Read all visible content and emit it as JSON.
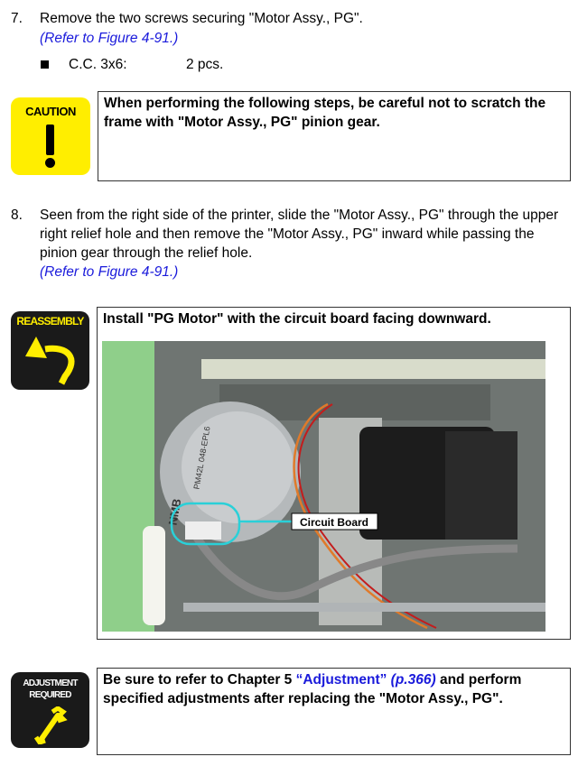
{
  "step7": {
    "number": "7.",
    "text": "Remove the two screws securing \"Motor Assy., PG\".",
    "reference": "(Refer to Figure 4-91.)",
    "screw_type": "C.C. 3x6:",
    "screw_count": "2 pcs."
  },
  "caution": {
    "icon_label": "CAUTION",
    "text": "When performing the following steps, be careful not to scratch the frame with \"Motor Assy., PG\" pinion gear.",
    "color": "#ffee00"
  },
  "step8": {
    "number": "8.",
    "text": "Seen from the right side of the printer, slide the \"Motor Assy., PG\" through the upper right relief hole and then remove the \"Motor Assy., PG\" inward while passing the pinion gear through the relief hole.",
    "reference": "(Refer to Figure 4-91.)"
  },
  "reassembly": {
    "icon_label": "REASSEMBLY",
    "text": "Install \"PG Motor\" with the circuit board facing downward.",
    "photo": {
      "callout": "Circuit Board",
      "motor_label_1": "PM42L 048-EPL6",
      "motor_label_2": "NMB"
    }
  },
  "adjustment": {
    "icon_label_1": "ADJUSTMENT",
    "icon_label_2": "REQUIRED",
    "text_before": "Be sure to refer to Chapter 5 ",
    "link": "“Adjustment”",
    "page_ref": "(p.366)",
    "text_after": " and perform specified adjustments after replacing the \"Motor Assy., PG\"."
  }
}
